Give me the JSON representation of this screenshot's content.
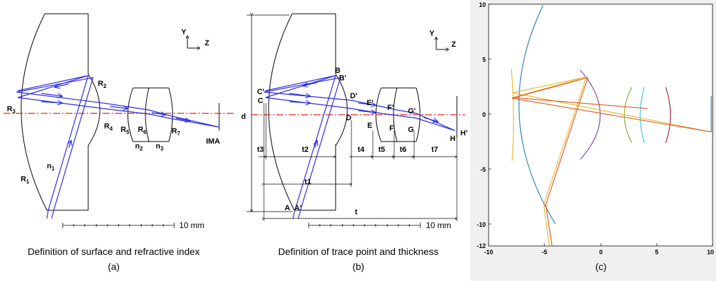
{
  "panel_a": {
    "caption": "Definition of surface and refractive index",
    "letter": "(a)",
    "axis_y": "Y",
    "axis_z": "Z",
    "scale_label": "10 mm",
    "R1": "R",
    "R1_sub": "1",
    "R2": "R",
    "R2_sub": "2",
    "R3": "R",
    "R3_sub": "3",
    "R4": "R",
    "R4_sub": "4",
    "R5": "R",
    "R5_sub": "5",
    "R6": "R",
    "R6_sub": "6",
    "R7": "R",
    "R7_sub": "7",
    "n1": "n",
    "n1_sub": "1",
    "n2": "n",
    "n2_sub": "2",
    "n3": "n",
    "n3_sub": "3",
    "ima": "IMA"
  },
  "panel_b": {
    "caption": "Definition of trace point and thickness",
    "letter": "(b)",
    "axis_y": "Y",
    "axis_z": "Z",
    "scale_label": "10 mm",
    "points": {
      "A": "A",
      "Ap": "A'",
      "B": "B",
      "Bp": "B'",
      "C": "C",
      "Cp": "C'",
      "D": "D",
      "Dp": "D'",
      "E": "E",
      "Ep": "E'",
      "F": "F",
      "Fp": "F'",
      "G": "G",
      "Gp": "G'",
      "H": "H",
      "Hp": "H'"
    },
    "d": "d",
    "t": "t",
    "t1": "t1",
    "t2": "t2",
    "t3": "t3",
    "t4": "t4",
    "t5": "t5",
    "t6": "t6",
    "t7": "t7"
  },
  "panel_c": {
    "letter": "(c)",
    "x_ticks": [
      "-10",
      "-5",
      "0",
      "5",
      "10"
    ],
    "y_ticks": [
      "10",
      "5",
      "0",
      "-5",
      "-10",
      "-12"
    ]
  },
  "colors": {
    "ray": "#2a2ae0",
    "axis": "#e0201a",
    "plot_bg": "#ffffff",
    "frame_bg": "#f0f0f0"
  }
}
